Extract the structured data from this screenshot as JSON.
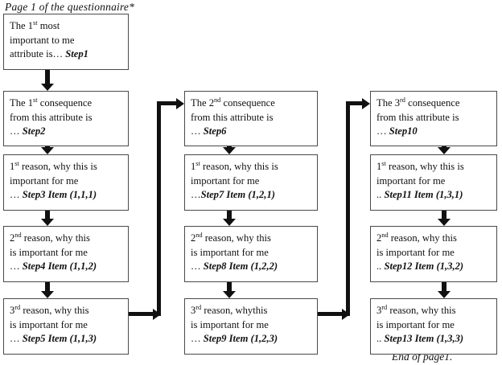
{
  "page": {
    "header": "Page 1 of the questionnaire*",
    "footer": "End of page1."
  },
  "columns": [
    {
      "id": "column-1",
      "boxes": [
        {
          "name": "box-step1",
          "lines": [
            {
              "text": "The 1",
              "sup": "st",
              "after": " most"
            },
            {
              "text": "important to me"
            },
            {
              "text": "attribute is… ",
              "bold": "Step1"
            }
          ]
        },
        {
          "name": "box-step2",
          "lines": [
            {
              "text": "The 1",
              "sup": "st",
              "after": " consequence"
            },
            {
              "text": "from this attribute is"
            },
            {
              "text": "… ",
              "bold": "Step2"
            }
          ]
        },
        {
          "name": "box-step3",
          "lines": [
            {
              "text": "1",
              "sup": "st",
              "after": " reason, why this is"
            },
            {
              "text": "important for me"
            },
            {
              "text": "… ",
              "bold": "Step3 Item (1,1,1)"
            }
          ]
        },
        {
          "name": "box-step4",
          "lines": [
            {
              "text": "2",
              "sup": "nd",
              "after": " reason, why this"
            },
            {
              "text": "is important for me"
            },
            {
              "text": "… ",
              "bold": "Step4 Item (1,1,2)"
            }
          ]
        },
        {
          "name": "box-step5",
          "lines": [
            {
              "text": "3",
              "sup": "rd",
              "after": " reason, why this"
            },
            {
              "text": "is important for me"
            },
            {
              "text": "… ",
              "bold": "Step5 Item (1,1,3)"
            }
          ]
        }
      ]
    },
    {
      "id": "column-2",
      "boxes": [
        {
          "name": "box-step6",
          "lines": [
            {
              "text": "The 2",
              "sup": "nd",
              "after": " consequence"
            },
            {
              "text": "from this attribute is"
            },
            {
              "text": "… ",
              "bold": "Step6"
            }
          ]
        },
        {
          "name": "box-step7",
          "lines": [
            {
              "text": "1",
              "sup": "st",
              "after": " reason, why this is"
            },
            {
              "text": "important for me"
            },
            {
              "text": "…",
              "bold": "Step7 Item (1,2,1)"
            }
          ]
        },
        {
          "name": "box-step8",
          "lines": [
            {
              "text": "2",
              "sup": "nd",
              "after": " reason, why this"
            },
            {
              "text": "is important for me"
            },
            {
              "text": "… ",
              "bold": "Step8 Item (1,2,2)"
            }
          ]
        },
        {
          "name": "box-step9",
          "lines": [
            {
              "text": "3",
              "sup": "rd",
              "after": " reason, whythis"
            },
            {
              "text": "is important for me"
            },
            {
              "text": "… ",
              "bold": "Step9 Item (1,2,3)"
            }
          ]
        }
      ]
    },
    {
      "id": "column-3",
      "boxes": [
        {
          "name": "box-step10",
          "lines": [
            {
              "text": "The 3",
              "sup": "rd",
              "after": " consequence"
            },
            {
              "text": "from this attribute is"
            },
            {
              "text": "… ",
              "bold": "Step10"
            }
          ]
        },
        {
          "name": "box-step11",
          "lines": [
            {
              "text": "1",
              "sup": "st",
              "after": " reason, why this is"
            },
            {
              "text": "important for me"
            },
            {
              "text": ".. ",
              "bold": "Step11 Item (1,3,1)"
            }
          ]
        },
        {
          "name": "box-step12",
          "lines": [
            {
              "text": "2",
              "sup": "nd",
              "after": " reason, why this"
            },
            {
              "text": "is important for me"
            },
            {
              "text": ".. ",
              "bold": "Step12 Item (1,3,2)"
            }
          ]
        },
        {
          "name": "box-step13",
          "lines": [
            {
              "text": "3",
              "sup": "rd",
              "after": " reason, why this"
            },
            {
              "text": "is important for me"
            },
            {
              "text": ".. ",
              "bold": "Step13 Item (1,3,3)"
            }
          ]
        }
      ]
    }
  ],
  "colors": {
    "box_border": "#4a4a4a",
    "connector": "#111111",
    "background": "#ffffff",
    "text": "#111111"
  }
}
